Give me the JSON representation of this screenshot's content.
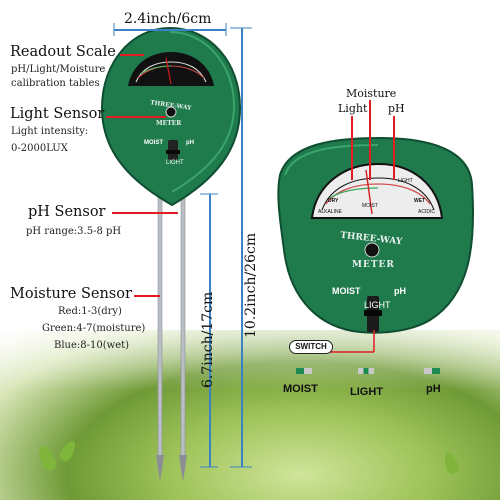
{
  "dimensions": {
    "width_label": "2.4inch/6cm",
    "height_label": "10.2inch/26cm",
    "probe_label": "6.7inch/17cm"
  },
  "callouts": {
    "readout_title": "Readout Scale",
    "readout_sub": "pH/Light/Moisture",
    "readout_sub2": "calibration tables",
    "light_title": "Light Sensor",
    "light_sub": "Light intensity:",
    "light_range": "0-2000LUX",
    "ph_title": "pH Sensor",
    "ph_range": "pH range:3.5-8 pH",
    "moisture_title": "Moisture Sensor",
    "moisture_red": "Red:1-3(dry)",
    "moisture_green": "Green:4-7(moisture)",
    "moisture_blue": "Blue:8-10(wet)"
  },
  "device": {
    "brand_top": "THREE-WAY",
    "brand_bottom": "METER",
    "switch_moist": "MOIST",
    "switch_light": "LIGHT",
    "switch_ph": "pH",
    "dial_light": "LIGHT",
    "dial_dry": "DRY",
    "dial_alkaline": "ALKALINE",
    "dial_moist": "MOIST",
    "dial_wet": "WET",
    "dial_acidic": "ACIDIC"
  },
  "zoom": {
    "moisture_label": "Moisture",
    "light_label": "Light",
    "ph_label": "pH",
    "switch_label": "SWITCH",
    "modes": [
      "MOIST",
      "LIGHT",
      "pH"
    ]
  },
  "colors": {
    "device_green": "#1f7a4c",
    "device_dark": "#0f4e30",
    "callout_red": "#e31c23",
    "dimension_blue": "#3b82c4"
  }
}
